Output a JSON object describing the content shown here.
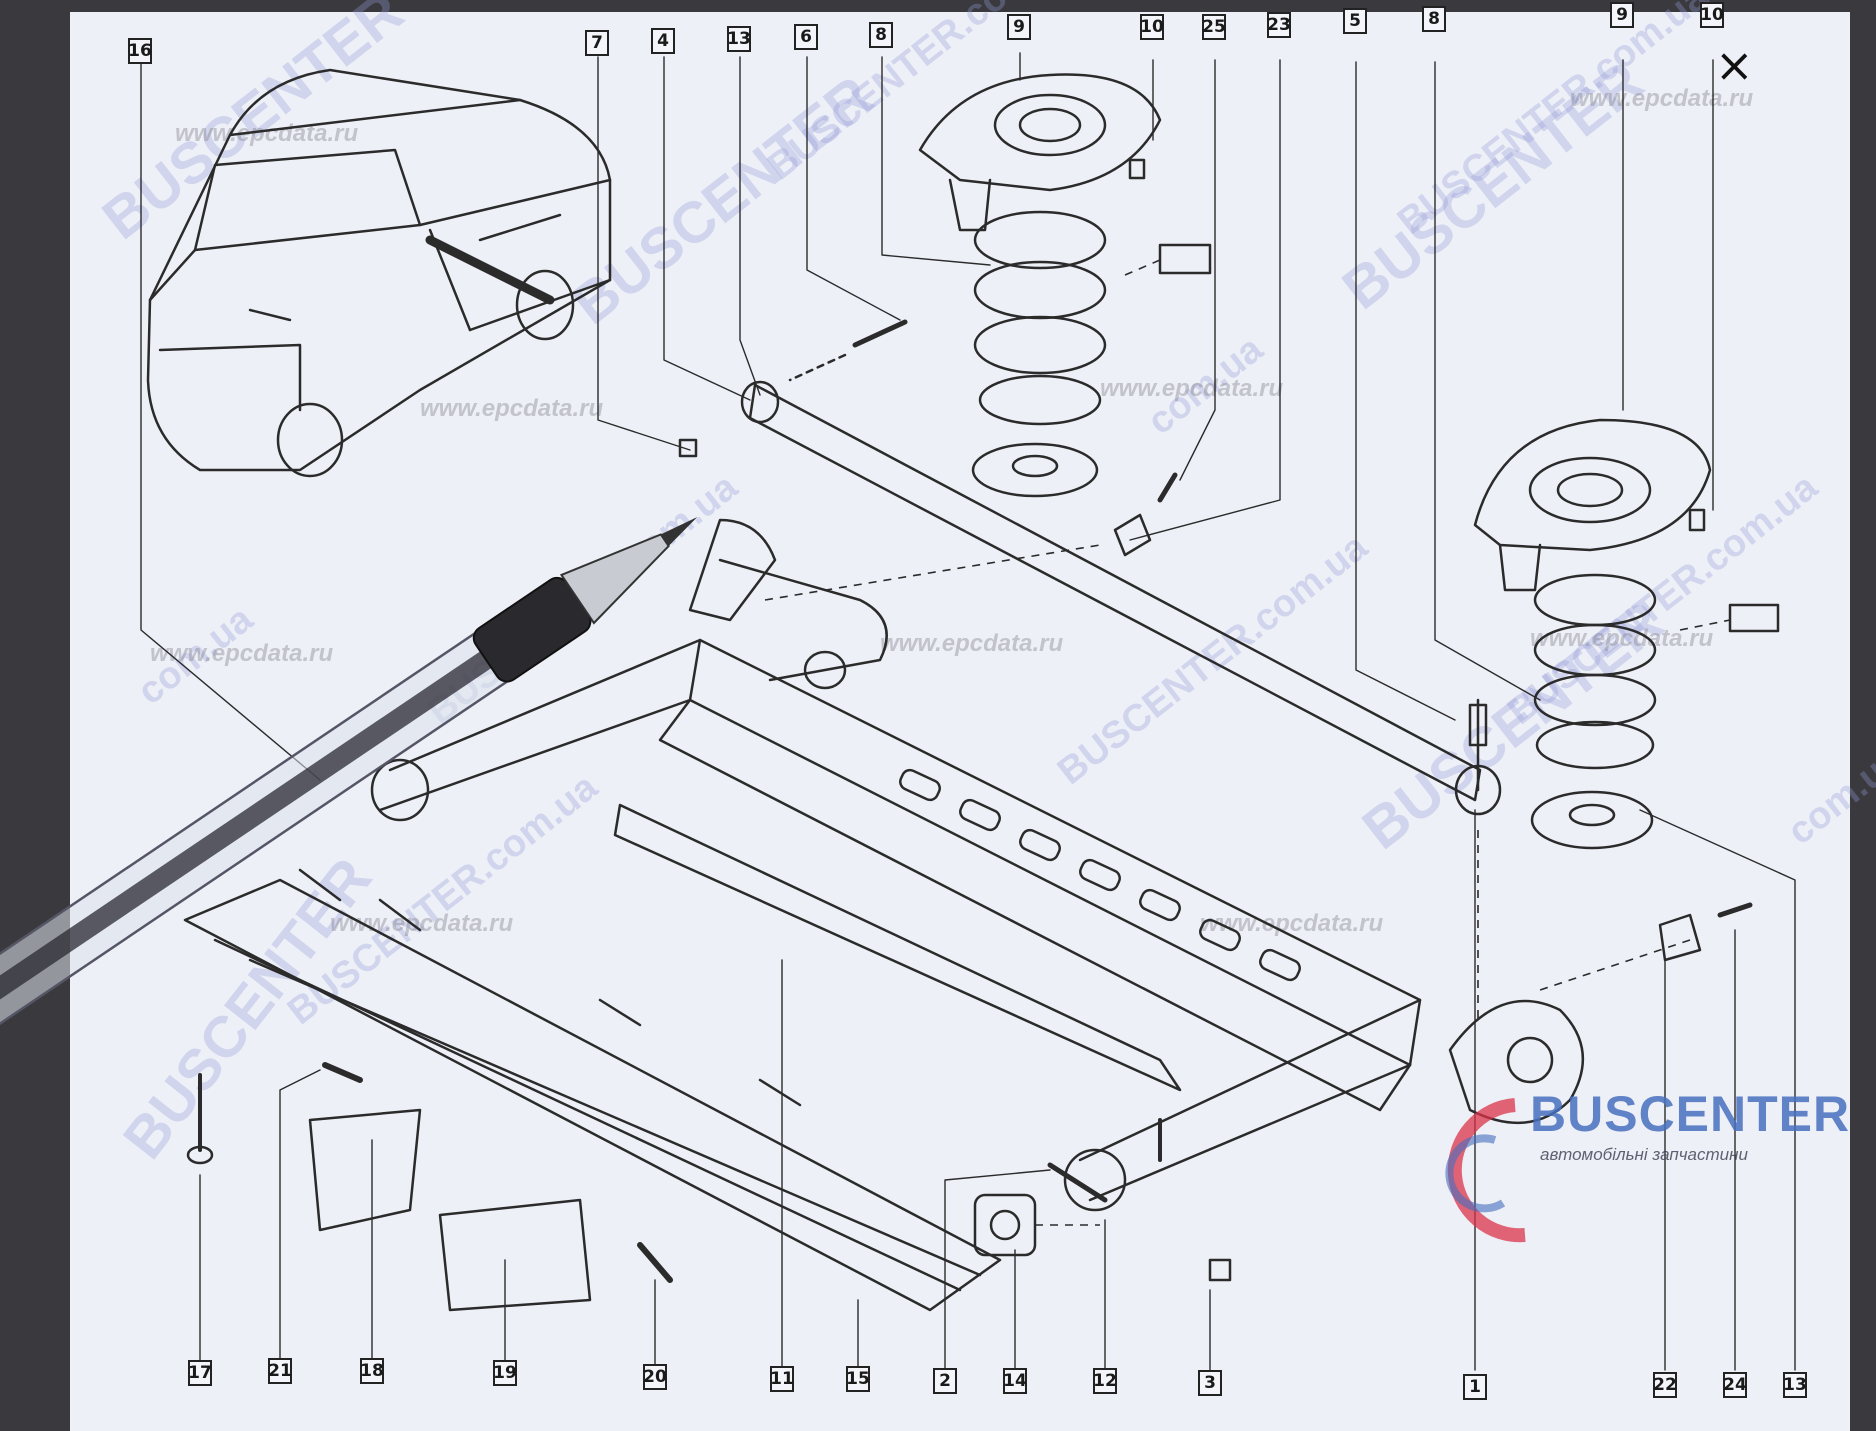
{
  "diagram": {
    "watermarks": {
      "brand": "BUSCENTER",
      "site": "BUSCENTER.com.ua",
      "domain": "com.ua",
      "epc": "www.epcdata.ru"
    },
    "logo": {
      "name": "BUSCENTER",
      "subtitle": "автомобільні запчастини"
    },
    "close_mark": "×",
    "top_callouts": [
      "16",
      "7",
      "4",
      "13",
      "6",
      "8",
      "9",
      "10",
      "25",
      "23",
      "5",
      "8",
      "9",
      "10"
    ],
    "bottom_callouts": [
      "17",
      "21",
      "18",
      "19",
      "20",
      "11",
      "15",
      "2",
      "14",
      "12",
      "3",
      "1",
      "22",
      "24",
      "13"
    ],
    "colors": {
      "paper": "#eef0f7",
      "line": "#2b2b2b",
      "watermark_blue": "#969bd7",
      "logo_red": "#d9334a",
      "logo_blue": "#466ebe"
    }
  }
}
